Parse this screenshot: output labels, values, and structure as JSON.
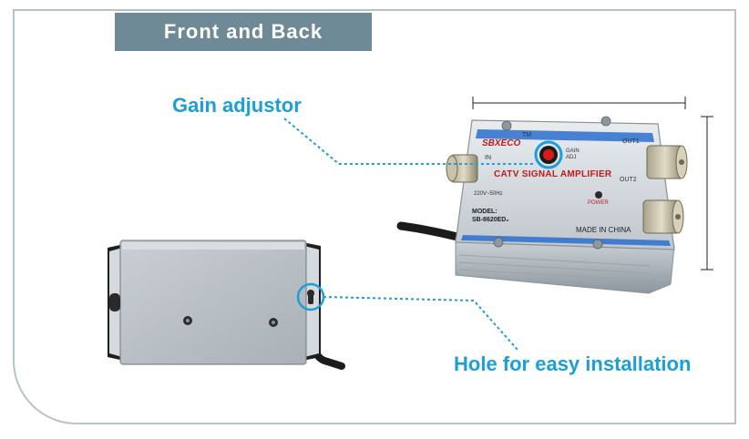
{
  "header": {
    "title": "Front and Back"
  },
  "callouts": {
    "gain": "Gain adjustor",
    "hole": "Hole for easy installation"
  },
  "device_front": {
    "brand": "SBXECO",
    "trademark": "TM",
    "in_label": "IN",
    "gain_adj": "GAIN ADJ",
    "out1": "OUT1",
    "out2": "OUT2",
    "product": "CATV SIGNAL AMPLIFIER",
    "voltage": "220V~50Hz",
    "power": "POWER",
    "model_label": "MODEL:",
    "model_number": "SB-8620ED₂",
    "origin": "MADE IN CHINA"
  },
  "colors": {
    "accent": "#1a9fd8",
    "banner": "#6e8a96",
    "brand_red": "#c21a1a"
  }
}
